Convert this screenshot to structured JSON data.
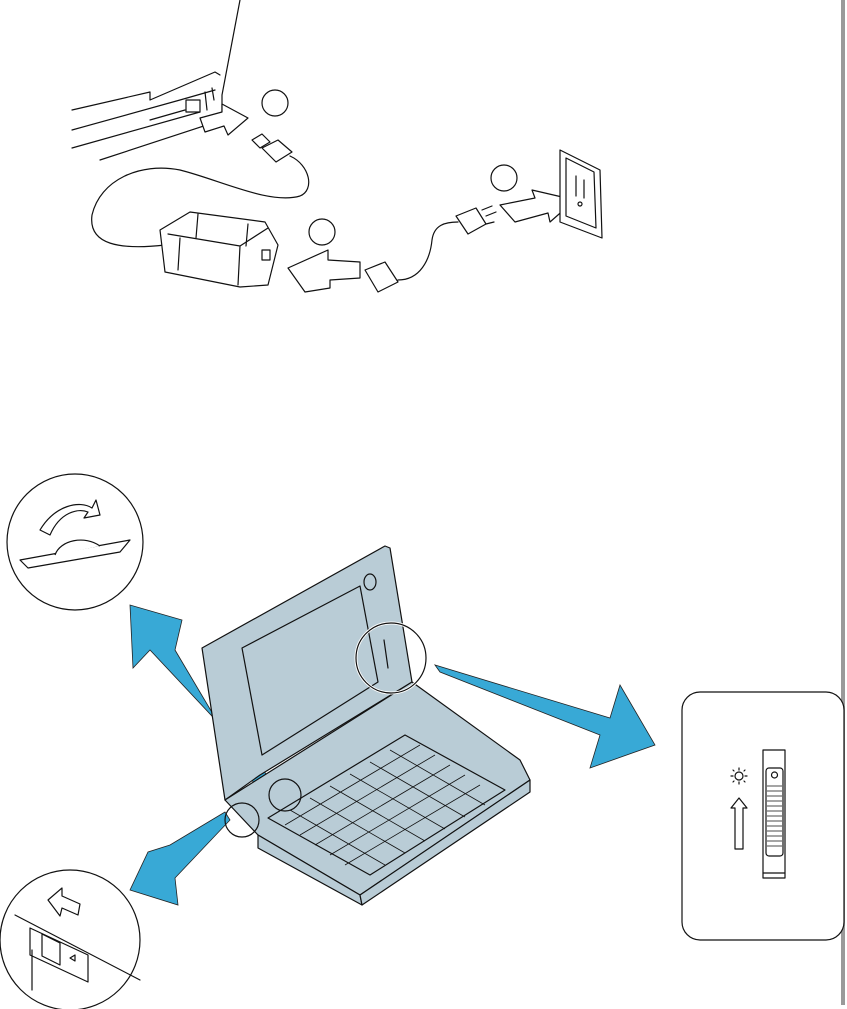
{
  "colors": {
    "laptop_fill": "#b9ccd6",
    "callout_arrow": "#38a9d6",
    "line": "#111111",
    "edge_bar": "#9a9a9a"
  },
  "figures": {
    "power_setup": {
      "step_markers": 3,
      "icons": [
        "laptop-corner",
        "ac-adapter",
        "dc-plug",
        "ac-plug",
        "wall-outlet"
      ]
    },
    "laptop": {
      "callouts": [
        "latch-detail",
        "brightness-slider-detail",
        "power-switch-detail"
      ]
    },
    "brightness_panel": {
      "icons": [
        "sun-icon",
        "up-arrow-icon",
        "slider-wheel"
      ]
    }
  }
}
